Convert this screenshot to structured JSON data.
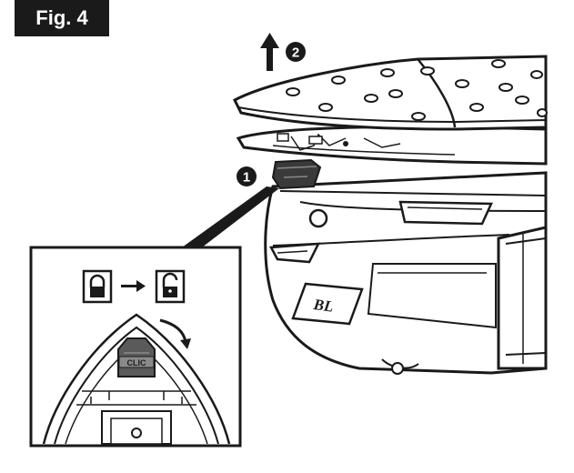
{
  "figure": {
    "label": "Fig. 4"
  },
  "steps": [
    {
      "number": "1"
    },
    {
      "number": "2"
    }
  ],
  "inset": {
    "lock_icon": "locked-padlock-icon",
    "arrow_icon": "right-arrow-icon",
    "unlock_icon": "unlocked-padlock-icon",
    "button_text": "CLIC"
  },
  "tool": {
    "logo_text": "BL"
  }
}
